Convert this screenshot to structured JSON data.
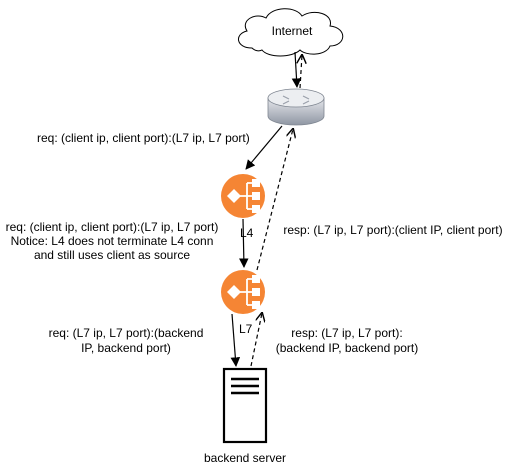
{
  "nodes": {
    "internet": "Internet",
    "backend": "backend server"
  },
  "labels": {
    "req_client_to_l4": "req: (client ip, client port):(L7 ip, L7 port)",
    "l4": "L4",
    "req_l4_to_l7_line1": "req: (client ip, client port):(L7 ip, L7 port)",
    "req_l4_to_l7_line2": "Notice: L4 does not terminate L4 conn",
    "req_l4_to_l7_line3": "and still uses client as source",
    "l7": "L7",
    "req_l7_to_backend_line1": "req: (L7 ip, L7 port):(backend",
    "req_l7_to_backend_line2": "IP, backend port)",
    "resp_backend_to_l7_line1": "resp: (L7 ip, L7 port):",
    "resp_backend_to_l7_line2": "(backend IP, backend port)",
    "resp_l7_to_client": "resp: (L7 ip, L7 port):(client IP, client port)"
  },
  "colors": {
    "load_balancer": "#F58534",
    "router_top": "#e6e8ec",
    "router_bottom": "#8f96a3",
    "stroke": "#000000"
  },
  "icons": {
    "internet": "cloud-icon",
    "router": "router-icon",
    "l4": "load-balancer-icon",
    "l7": "load-balancer-icon",
    "backend": "server-icon"
  }
}
